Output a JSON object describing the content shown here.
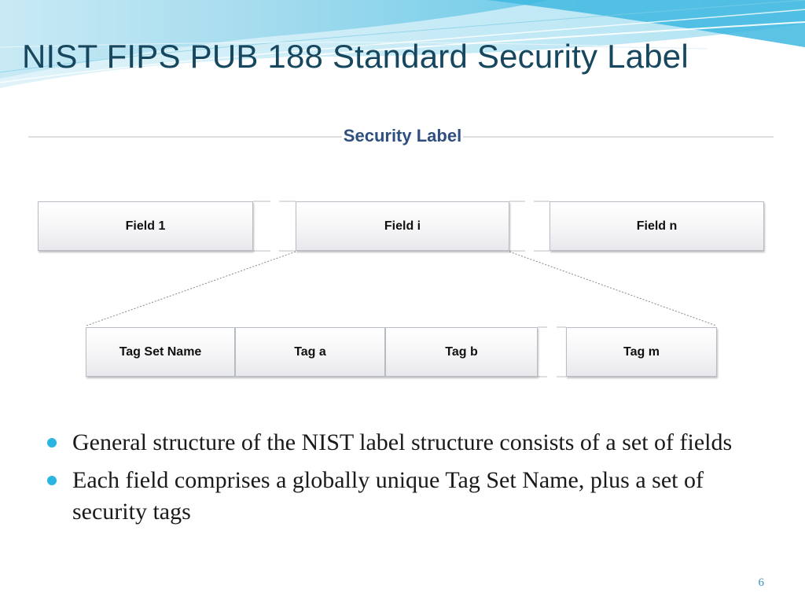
{
  "slide": {
    "title": "NIST FIPS PUB 188 Standard Security Label",
    "page_number": "6",
    "accent_color": "#29b6e0",
    "title_color": "#17475e"
  },
  "diagram": {
    "title": "Security Label",
    "fields": [
      "Field 1",
      "Field i",
      "Field n"
    ],
    "tags": [
      "Tag Set Name",
      "Tag a",
      "Tag b",
      "Tag m"
    ]
  },
  "bullets": [
    "General structure of the NIST label structure consists of a set of fields",
    "Each field comprises a globally unique Tag Set Name, plus a set of security tags"
  ]
}
